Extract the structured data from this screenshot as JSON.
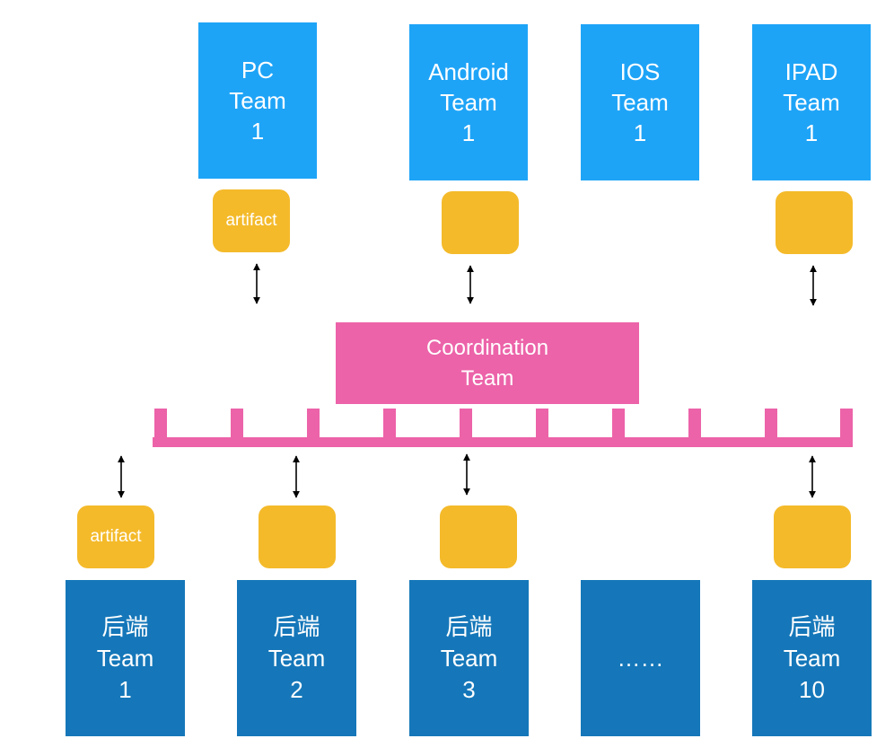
{
  "top_teams": [
    {
      "lines": [
        "PC",
        "Team",
        "1"
      ]
    },
    {
      "lines": [
        "Android",
        "Team",
        "1"
      ]
    },
    {
      "lines": [
        "IOS",
        "Team",
        "1"
      ]
    },
    {
      "lines": [
        "IPAD",
        "Team",
        "1"
      ]
    }
  ],
  "coordination": {
    "lines": [
      "Coordination",
      "Team"
    ]
  },
  "bottom_teams": [
    {
      "lines": [
        "后端",
        "Team",
        "1"
      ]
    },
    {
      "lines": [
        "后端",
        "Team",
        "2"
      ]
    },
    {
      "lines": [
        "后端",
        "Team",
        "3"
      ]
    },
    {
      "lines": [
        "……"
      ]
    },
    {
      "lines": [
        "后端",
        "Team",
        "10"
      ]
    }
  ],
  "artifact_label": "artifact",
  "colors": {
    "top_team": "#1ea4f7",
    "bottom_team": "#1577b9",
    "artifact": "#f4ba2a",
    "coordination": "#ec63a9"
  }
}
